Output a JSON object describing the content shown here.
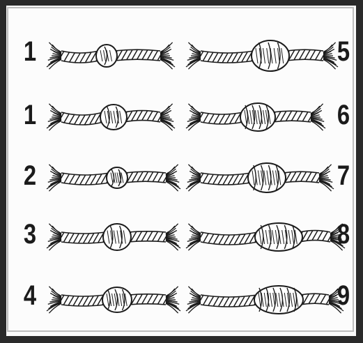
{
  "figure": {
    "left_column": [
      {
        "label": "1",
        "knot": "overhand"
      },
      {
        "label": "1",
        "knot": "figure-eight"
      },
      {
        "label": "2",
        "knot": "double overhand"
      },
      {
        "label": "3",
        "knot": "stevedore"
      },
      {
        "label": "4",
        "knot": "triple overhand"
      }
    ],
    "right_column": [
      {
        "label": "5",
        "knot": "multiple overhand"
      },
      {
        "label": "6",
        "knot": "multiple overhand"
      },
      {
        "label": "7",
        "knot": "multiple overhand"
      },
      {
        "label": "8",
        "knot": "multiple overhand"
      },
      {
        "label": "9",
        "knot": "multiple overhand"
      }
    ]
  },
  "colors": {
    "ink": "#1b1b1b",
    "paper": "#fbfbfb",
    "frame": "#2a2a2a"
  }
}
